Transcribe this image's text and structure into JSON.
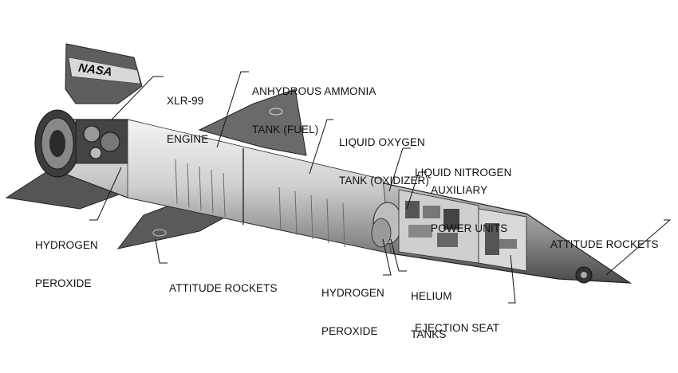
{
  "logo": {
    "text": "NASA"
  },
  "labels": {
    "xlr99_line1": "XLR-99",
    "xlr99_line2": "ENGINE",
    "ammonia_line1": "ANHYDROUS AMMONIA",
    "ammonia_line2": "TANK (FUEL)",
    "lox_line1": "LIQUID OXYGEN",
    "lox_line2": "TANK (OXIDIZER)",
    "nitrogen": "LIQUID NITROGEN",
    "apu_line1": "AUXILIARY",
    "apu_line2": "POWER UNITS",
    "attitude_right": "ATTITUDE ROCKETS",
    "h2o2_left_line1": "HYDROGEN",
    "h2o2_left_line2": "PEROXIDE",
    "attitude_bottom": "ATTITUDE ROCKETS",
    "h2o2_bottom_line1": "HYDROGEN",
    "h2o2_bottom_line2": "PEROXIDE",
    "helium_line1": "HELIUM",
    "helium_line2": "TANKS",
    "ejection_seat": "EJECTION SEAT"
  }
}
